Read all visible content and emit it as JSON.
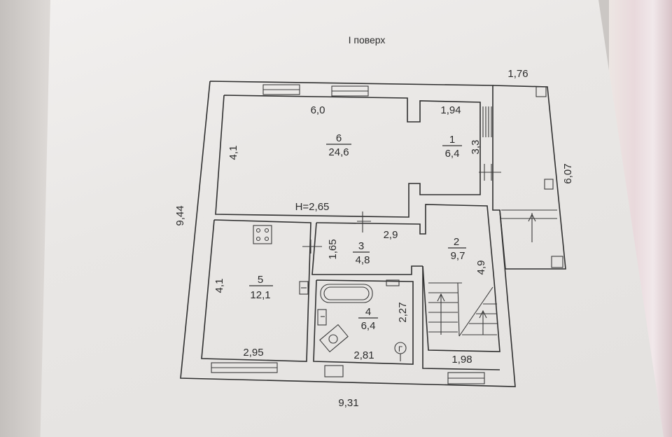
{
  "title": "I поверх",
  "height_note": "H=2,65",
  "overall_dims": {
    "width_bottom": "9,31",
    "height_left": "9,44",
    "annex_width": "1,76",
    "annex_height": "6,07"
  },
  "rooms": [
    {
      "num": "6",
      "area": "24,6",
      "dims": [
        "6,0",
        "4,1"
      ]
    },
    {
      "num": "1",
      "area": "6,4",
      "dims": [
        "1,94",
        "3,3"
      ]
    },
    {
      "num": "3",
      "area": "4,8",
      "dims": [
        "2,9",
        "1,65"
      ]
    },
    {
      "num": "2",
      "area": "9,7",
      "dims": [
        "4,9",
        "1,98"
      ]
    },
    {
      "num": "5",
      "area": "12,1",
      "dims": [
        "4,1",
        "2,95"
      ]
    },
    {
      "num": "4",
      "area": "6,4",
      "dims": [
        "2,27",
        "2,81"
      ]
    }
  ],
  "symbols": {
    "boiler": "Г"
  },
  "colors": {
    "line": "#2f2f2f",
    "paper": "#ecebea"
  }
}
